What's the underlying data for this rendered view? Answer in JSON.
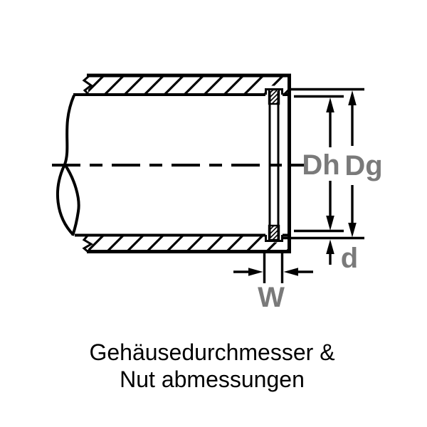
{
  "diagram": {
    "type": "technical-cross-section",
    "subject": "housing-bore-with-retaining-ring-groove",
    "dimension_labels": {
      "housing_bore_diameter": "Dh",
      "groove_diameter": "Dg",
      "groove_depth": "d",
      "groove_width": "W"
    },
    "caption": {
      "line1": "Gehäusedurchmesser &",
      "line2": "Nut abmessungen"
    },
    "colors": {
      "line": "#000000",
      "dimension_label": "#7a7a7a",
      "background": "#ffffff"
    }
  }
}
